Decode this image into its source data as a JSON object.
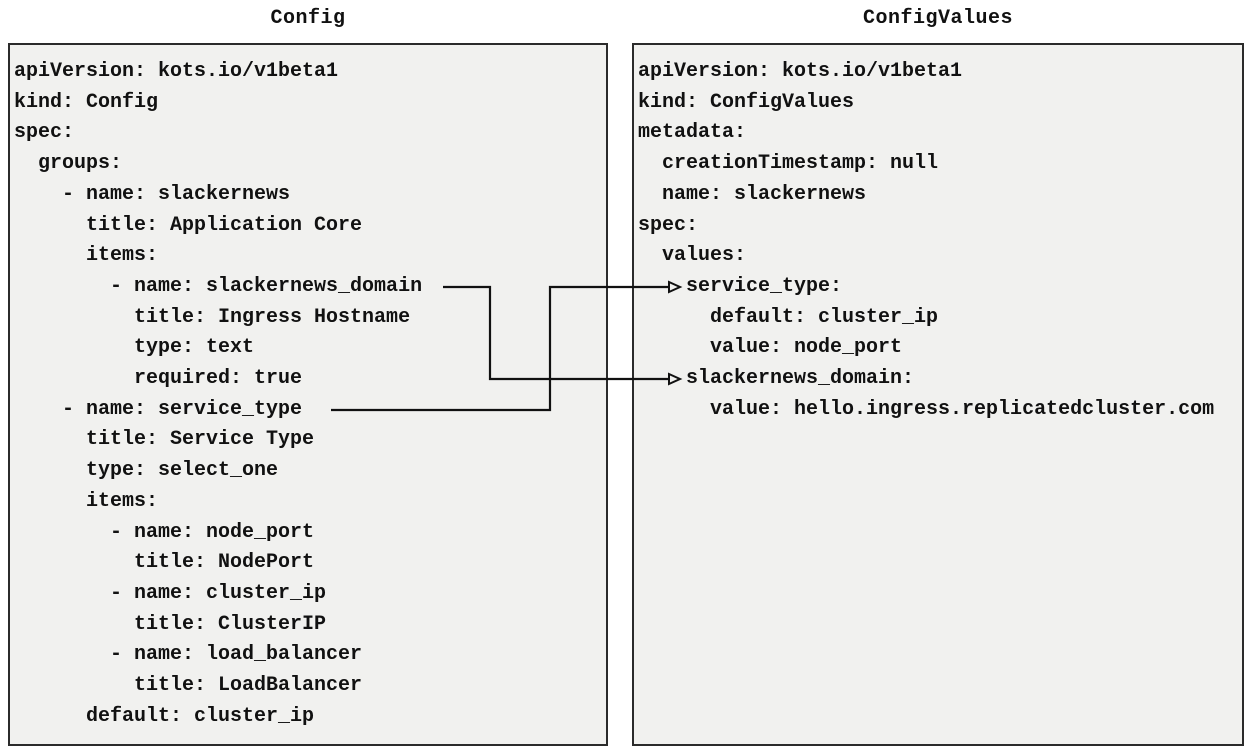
{
  "diagram": {
    "left_panel": {
      "title": "Config",
      "code_lines": [
        "apiVersion: kots.io/v1beta1",
        "kind: Config",
        "spec:",
        "  groups:",
        "    - name: slackernews",
        "      title: Application Core",
        "      items:",
        "        - name: slackernews_domain",
        "          title: Ingress Hostname",
        "          type: text",
        "          required: true",
        "    - name: service_type",
        "      title: Service Type",
        "      type: select_one",
        "      items:",
        "        - name: node_port",
        "          title: NodePort",
        "        - name: cluster_ip",
        "          title: ClusterIP",
        "        - name: load_balancer",
        "          title: LoadBalancer",
        "      default: cluster_ip"
      ]
    },
    "right_panel": {
      "title": "ConfigValues",
      "code_lines": [
        "apiVersion: kots.io/v1beta1",
        "kind: ConfigValues",
        "metadata:",
        "  creationTimestamp: null",
        "  name: slackernews",
        "spec:",
        "  values:",
        "    service_type:",
        "      default: cluster_ip",
        "      value: node_port",
        "    slackernews_domain:",
        "      value: hello.ingress.replicatedcluster.com"
      ]
    },
    "connections": [
      {
        "from_text": "name: service_type",
        "to_text": "service_type:",
        "from_line_index": 11,
        "to_line_index": 7
      },
      {
        "from_text": "name: slackernews_domain",
        "to_text": "slackernews_domain:",
        "from_line_index": 7,
        "to_line_index": 10
      }
    ],
    "colors": {
      "background": "#ffffff",
      "panel_fill": "#f1f1ef",
      "panel_border": "#2b2b2b",
      "text": "#111111",
      "arrow": "#111111"
    }
  }
}
